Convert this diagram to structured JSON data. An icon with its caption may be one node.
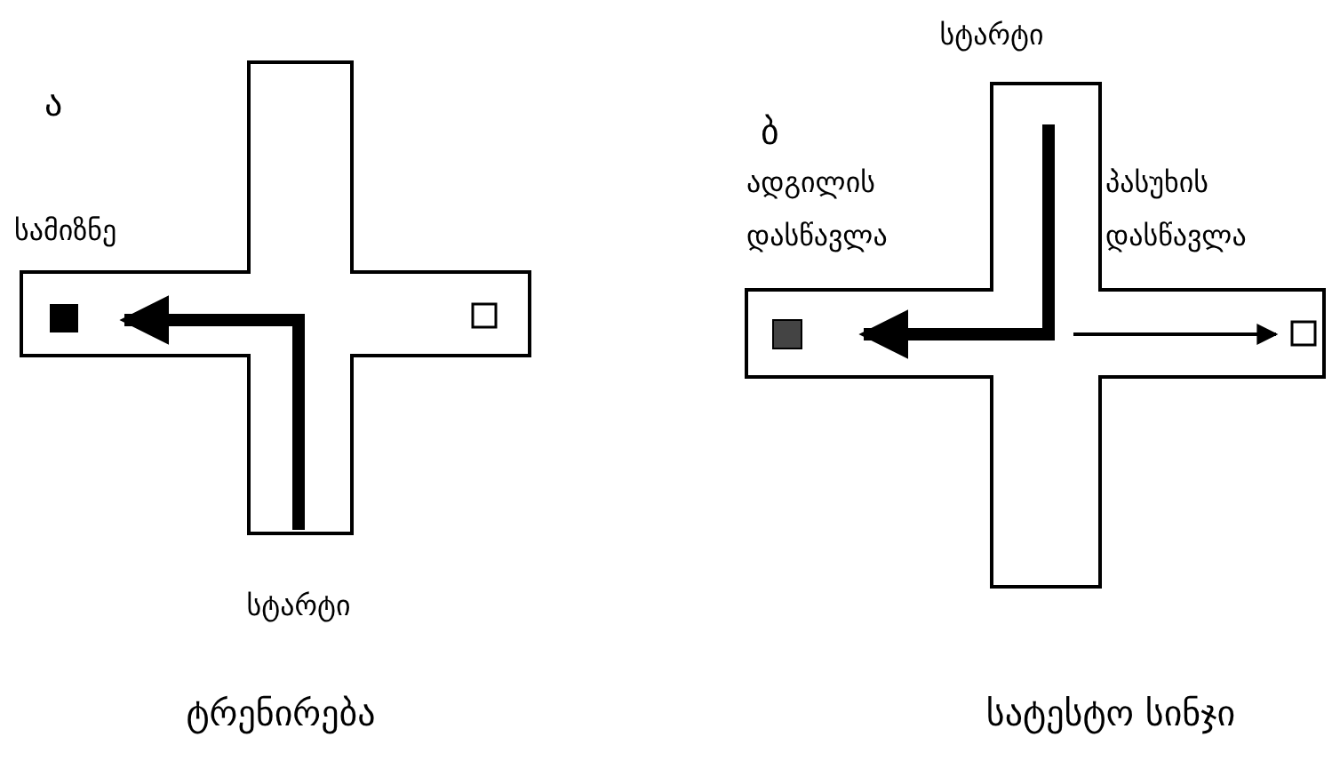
{
  "diagram": {
    "labels": [
      "ა",
      "სამიზნე",
      "სტარტი",
      "ტრენირება",
      "სტარტი",
      "ბ",
      "ადგილის დასწავლა",
      "პასუხის დასწავლა",
      "სატესტო სინჯი"
    ]
  }
}
